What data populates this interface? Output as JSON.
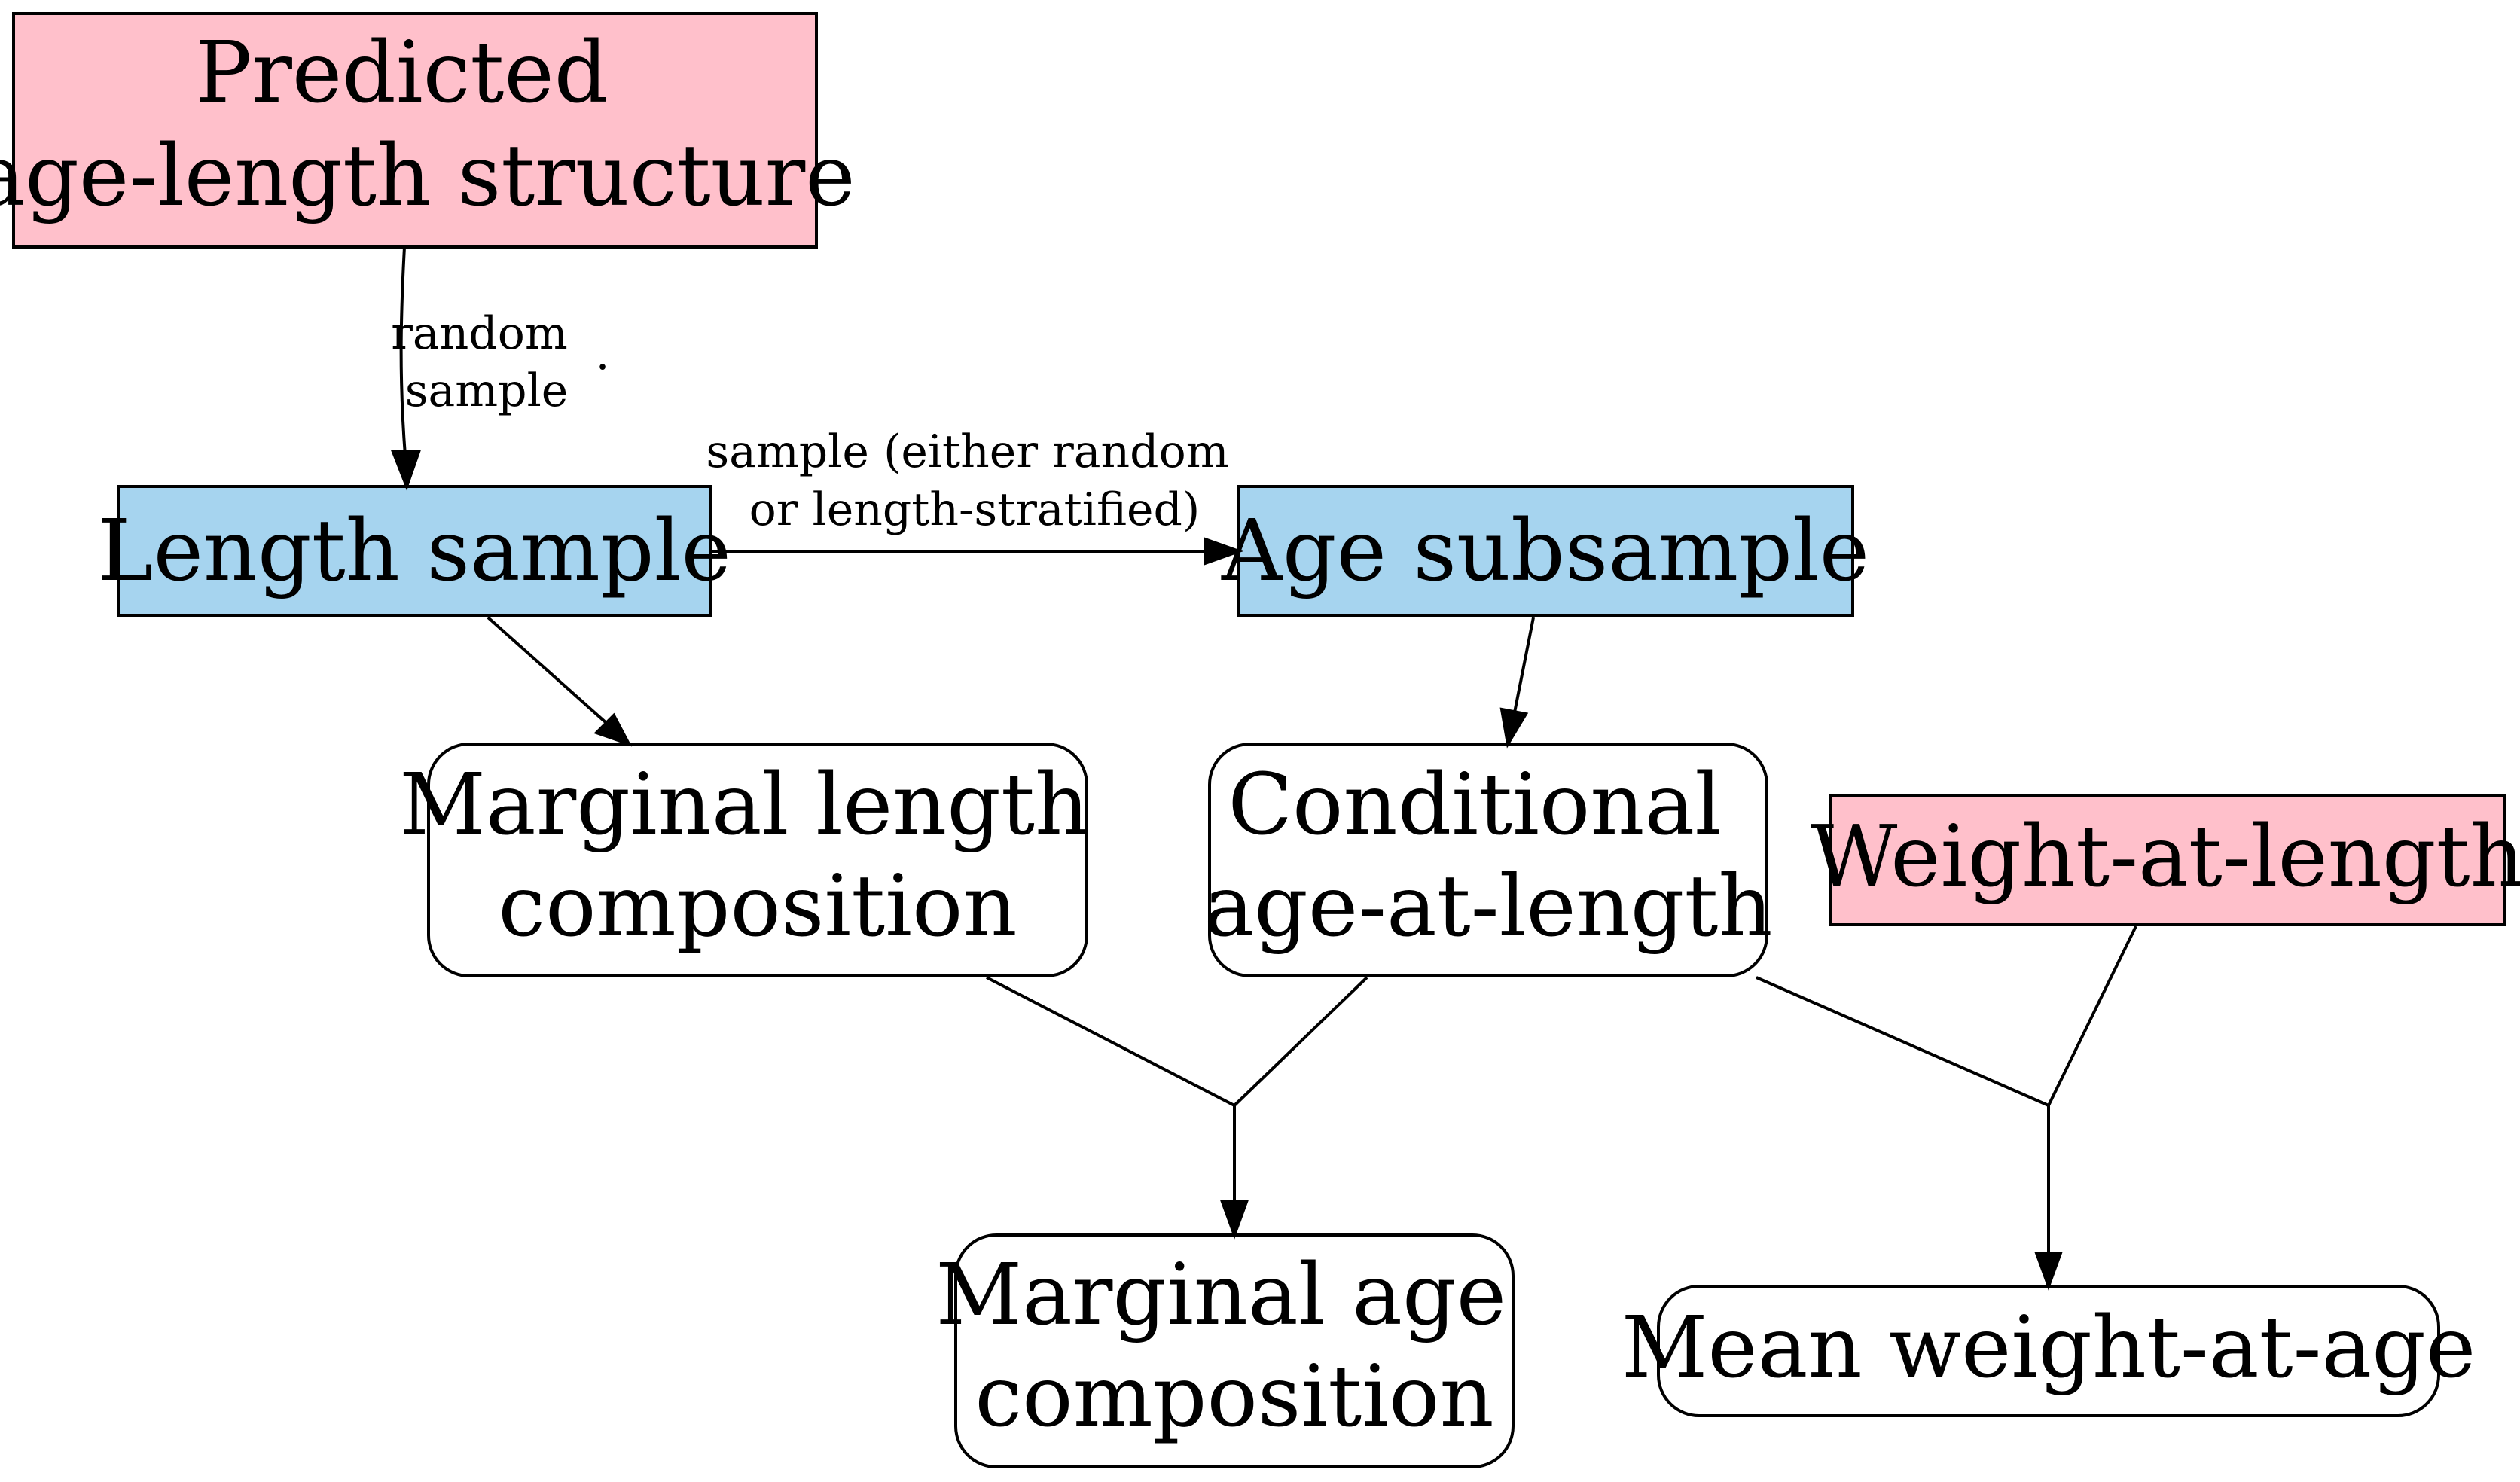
{
  "colors": {
    "data_input": "#ffc0cb",
    "sample": "#a6d4ef",
    "derived": "#ffffff",
    "stroke": "#000000"
  },
  "nodes": {
    "predicted_structure": {
      "lines": [
        "Predicted",
        "age-length structure"
      ]
    },
    "length_sample": {
      "lines": [
        "Length sample"
      ]
    },
    "age_subsample": {
      "lines": [
        "Age subsample"
      ]
    },
    "marginal_length": {
      "lines": [
        "Marginal length",
        "composition"
      ]
    },
    "conditional_age": {
      "lines": [
        "Conditional",
        "age-at-length"
      ]
    },
    "weight_at_length": {
      "lines": [
        "Weight-at-length"
      ]
    },
    "marginal_age": {
      "lines": [
        "Marginal age",
        "composition"
      ]
    },
    "mean_weight": {
      "lines": [
        "Mean weight-at-age"
      ]
    }
  },
  "edges": {
    "random_sample": {
      "lines": [
        "random",
        "sample"
      ]
    },
    "stratified_sample": {
      "lines": [
        "sample (either random",
        "or length-stratified)"
      ]
    }
  },
  "misc": {
    "stray_dot": "."
  }
}
